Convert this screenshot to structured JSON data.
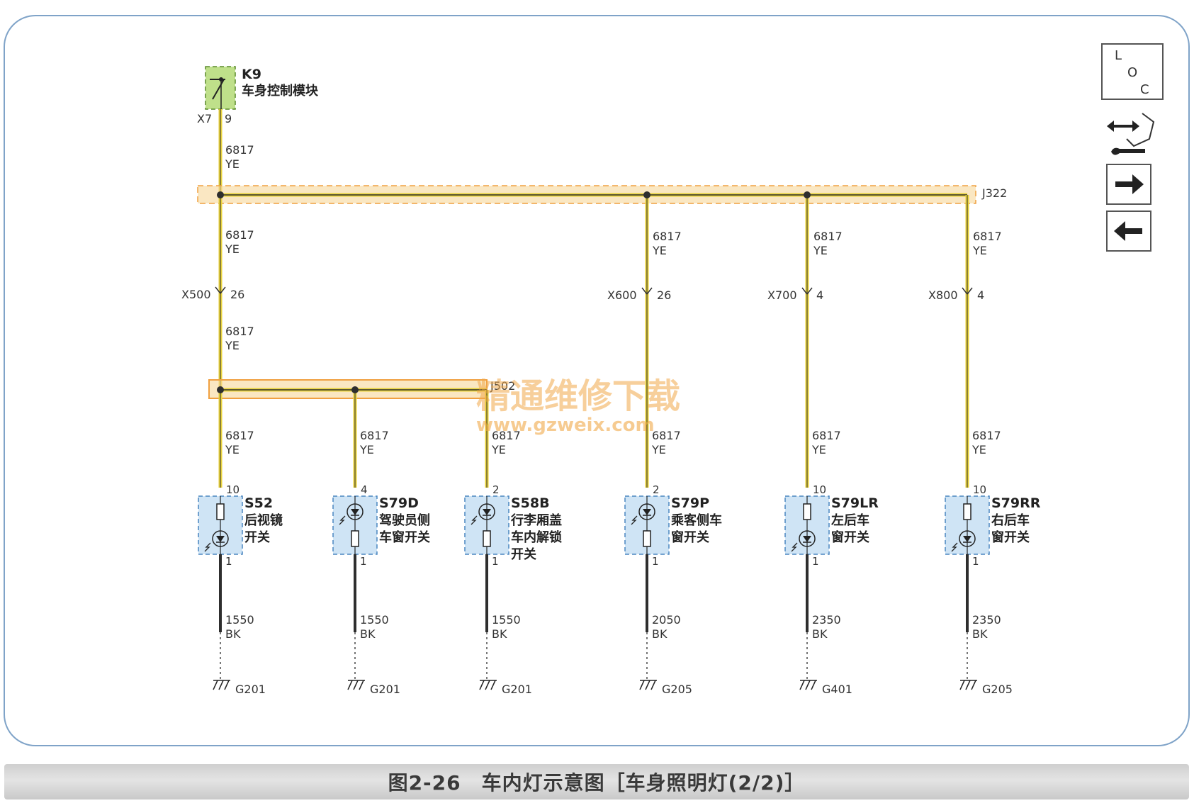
{
  "module": {
    "id": "K9",
    "name": "车身控制模块",
    "connector": "X7",
    "pin": "9"
  },
  "splices": {
    "top": "J322",
    "bottom": "J502"
  },
  "wire_top": {
    "code": "6817",
    "color": "YE"
  },
  "inline_connectors": [
    {
      "id": "X500",
      "pin": "26"
    },
    {
      "id": "X600",
      "pin": "26"
    },
    {
      "id": "X700",
      "pin": "4"
    },
    {
      "id": "X800",
      "pin": "4"
    }
  ],
  "branches": [
    {
      "switch_id": "S52",
      "label": [
        "后视镜",
        "开关"
      ],
      "pin_top": "10",
      "pin_bottom": "1",
      "wire_in": {
        "code": "6817",
        "color": "YE"
      },
      "wire_out": {
        "code": "1550",
        "color": "BK"
      },
      "ground": "G201"
    },
    {
      "switch_id": "S79D",
      "label": [
        "驾驶员侧",
        "车窗开关"
      ],
      "pin_top": "4",
      "pin_bottom": "1",
      "wire_in": {
        "code": "6817",
        "color": "YE"
      },
      "wire_out": {
        "code": "1550",
        "color": "BK"
      },
      "ground": "G201"
    },
    {
      "switch_id": "S58B",
      "label": [
        "行李厢盖",
        "车内解锁",
        "开关"
      ],
      "pin_top": "2",
      "pin_bottom": "1",
      "wire_in": {
        "code": "6817",
        "color": "YE"
      },
      "wire_out": {
        "code": "1550",
        "color": "BK"
      },
      "ground": "G201"
    },
    {
      "switch_id": "S79P",
      "label": [
        "乘客侧车",
        "窗开关"
      ],
      "pin_top": "2",
      "pin_bottom": "1",
      "wire_in": {
        "code": "6817",
        "color": "YE"
      },
      "wire_out": {
        "code": "2050",
        "color": "BK"
      },
      "ground": "G205"
    },
    {
      "switch_id": "S79LR",
      "label": [
        "左后车",
        "窗开关"
      ],
      "pin_top": "10",
      "pin_bottom": "1",
      "wire_in": {
        "code": "6817",
        "color": "YE"
      },
      "wire_out": {
        "code": "2350",
        "color": "BK"
      },
      "ground": "G401"
    },
    {
      "switch_id": "S79RR",
      "label": [
        "右后车",
        "窗开关"
      ],
      "pin_top": "10",
      "pin_bottom": "1",
      "wire_in": {
        "code": "6817",
        "color": "YE"
      },
      "wire_out": {
        "code": "2350",
        "color": "BK"
      },
      "ground": "G205"
    }
  ],
  "sidebar": {
    "loc_letters": [
      "L",
      "O",
      "C"
    ],
    "icons": [
      "loc-icon",
      "component-location-icon",
      "next-arrow-icon",
      "prev-arrow-icon"
    ]
  },
  "watermark": {
    "line1": "精通维修下载",
    "line2": "www.gzweix.com"
  },
  "caption": "图2-26　车内灯示意图［车身照明灯(2/2)］",
  "colors": {
    "wire_yellow": "#e8d23a",
    "wire_black": "#2e2e2e",
    "splice_fill": "#f7d79a",
    "splice_border": "#f0a040",
    "module_fill": "#bfe08a",
    "switch_fill": "#cfe4f5",
    "frame": "#7fa3c8",
    "watermark": "#f0a848"
  }
}
